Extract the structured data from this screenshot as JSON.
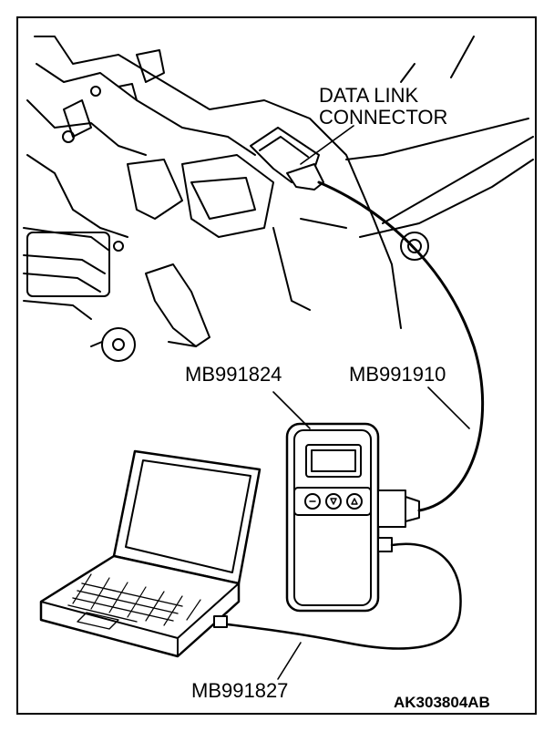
{
  "labels": {
    "data_link_connector_line1": "DATA LINK",
    "data_link_connector_line2": "CONNECTOR",
    "mb991824": "MB991824",
    "mb991910": "MB991910",
    "mb991827": "MB991827",
    "figure_code": "AK303804AB"
  },
  "colors": {
    "ink": "#000000",
    "paper": "#ffffff"
  }
}
